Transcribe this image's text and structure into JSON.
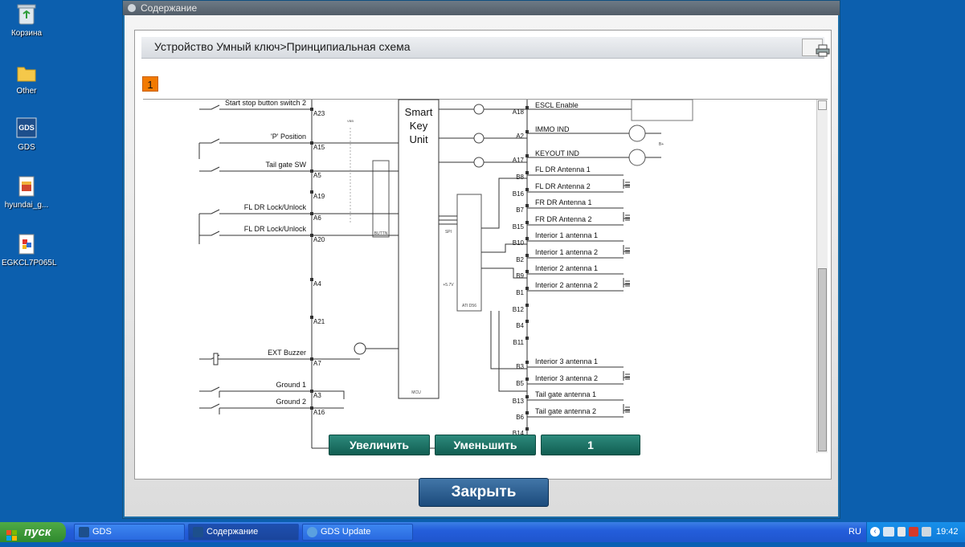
{
  "desktop": {
    "icons": [
      {
        "label": "Корзина"
      },
      {
        "label": "Other"
      },
      {
        "label": "GDS"
      },
      {
        "label": "hyundai_g..."
      },
      {
        "label": "EGKCL7P065L"
      }
    ]
  },
  "window": {
    "title": "Содержание",
    "breadcrumb": "Устройство Умный ключ>Принципиальная схема",
    "page_badge": "1",
    "buttons": {
      "zoom_in": "Увеличить",
      "zoom_out": "Уменьшить",
      "page": "1",
      "close": "Закрыть"
    }
  },
  "diagram": {
    "unit_label": [
      "Smart",
      "Key",
      "Unit"
    ],
    "left_inputs": [
      {
        "label": "Start stop button switch 2",
        "pin": "A23"
      },
      {
        "label": "'P' Position",
        "pin": "A15"
      },
      {
        "label": "Tail gate SW",
        "pin": "A5"
      },
      {
        "label": "",
        "pin": "A19"
      },
      {
        "label": "FL DR Lock/Unlock",
        "pin": "A6"
      },
      {
        "label": "FL DR Lock/Unlock",
        "pin": "A20"
      },
      {
        "label": "",
        "pin": "A4"
      },
      {
        "label": "",
        "pin": "A21"
      },
      {
        "label": "EXT Buzzer",
        "pin": "A7"
      },
      {
        "label": "Ground 1",
        "pin": "A3"
      },
      {
        "label": "Ground 2",
        "pin": "A16"
      }
    ],
    "right_outputs": [
      {
        "label": "ESCL Enable",
        "pin": "A18"
      },
      {
        "label": "IMMO IND",
        "pin": "A2"
      },
      {
        "label": "KEYOUT IND",
        "pin": "A17"
      },
      {
        "label": "FL DR Antenna 1",
        "pin": "B8"
      },
      {
        "label": "FL DR Antenna 2",
        "pin": "B16"
      },
      {
        "label": "FR DR Antenna 1",
        "pin": "B7"
      },
      {
        "label": "FR DR Antenna 2",
        "pin": "B15"
      },
      {
        "label": "Interior 1 antenna 1",
        "pin": "B10"
      },
      {
        "label": "Interior 1 antenna 2",
        "pin": "B2"
      },
      {
        "label": "Interior 2 antenna 1",
        "pin": "B9"
      },
      {
        "label": "Interior 2 antenna 2",
        "pin": "B1"
      },
      {
        "label": "",
        "pin": "B12"
      },
      {
        "label": "",
        "pin": "B4"
      },
      {
        "label": "",
        "pin": "B11"
      },
      {
        "label": "Interior 3 antenna 1",
        "pin": "B3"
      },
      {
        "label": "Interior 3 antenna 2",
        "pin": "B5"
      },
      {
        "label": "",
        "pin": "B13"
      },
      {
        "label": "Tail gate antenna 1",
        "pin": "B6"
      },
      {
        "label": "Tail gate antenna 2",
        "pin": "B14"
      }
    ],
    "small": {
      "spi": "SPI",
      "v5": "+5.7V",
      "ati": "ATI D56",
      "buttn": "BUTTN",
      "mcu": "MCU",
      "b_plus": "B+",
      "vbb": "VBB"
    }
  },
  "taskbar": {
    "start": "пуск",
    "tasks": [
      "GDS",
      "Содержание",
      "GDS Update"
    ],
    "lang": "RU",
    "clock": "19:42"
  }
}
